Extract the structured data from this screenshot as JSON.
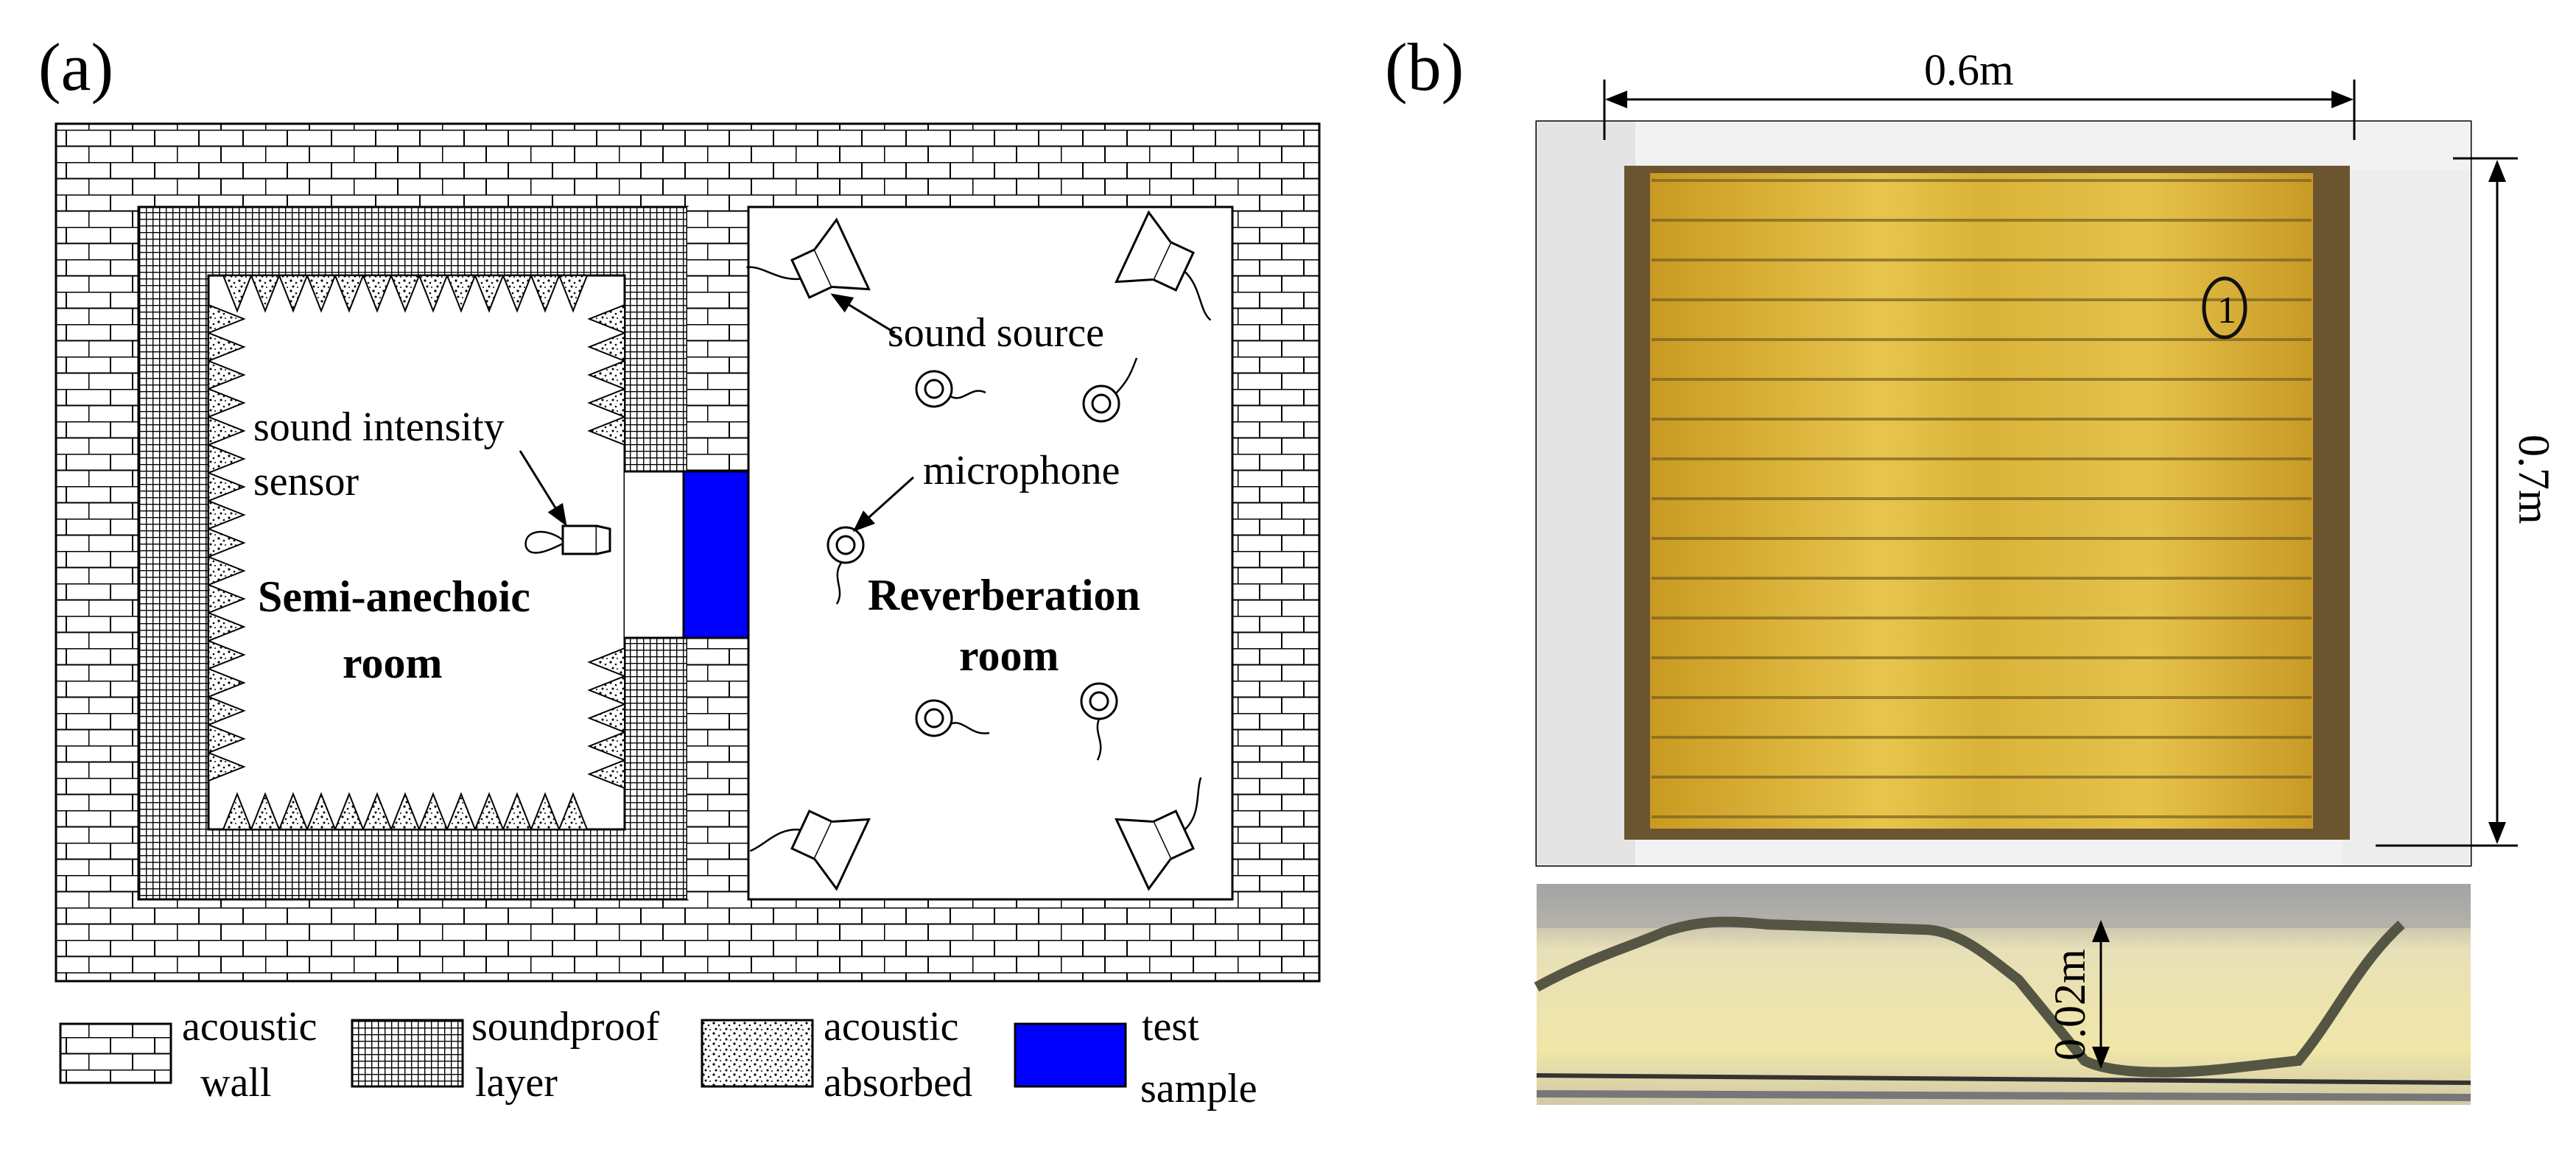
{
  "panel_a": {
    "label": "(a)",
    "labels": {
      "sound_source": "sound source",
      "microphone": "microphone",
      "sensor_line1": "sound intensity",
      "sensor_line2": "sensor",
      "semi_line1": "Semi-anechoic",
      "semi_line2": "room",
      "rev_line1": "Reverberation",
      "rev_line2": "room"
    },
    "legend": [
      {
        "line1": "acoustic",
        "line2": "wall"
      },
      {
        "line1": "soundproof",
        "line2": "layer"
      },
      {
        "line1": "acoustic",
        "line2": "absorbed"
      },
      {
        "line1": "test",
        "line2": "sample"
      }
    ],
    "colors": {
      "test_sample": "#0000ff",
      "line": "#000000",
      "background": "#ffffff"
    }
  },
  "panel_b": {
    "label": "(b)",
    "dimensions": {
      "width": "0.6m",
      "height": "0.7m",
      "thickness": "0.02m"
    },
    "sample_mark": "1",
    "colors": {
      "panel_yellow": "#d9b339",
      "foam_white": "#eeeeee",
      "core_yellow": "#e8dc9a"
    }
  }
}
